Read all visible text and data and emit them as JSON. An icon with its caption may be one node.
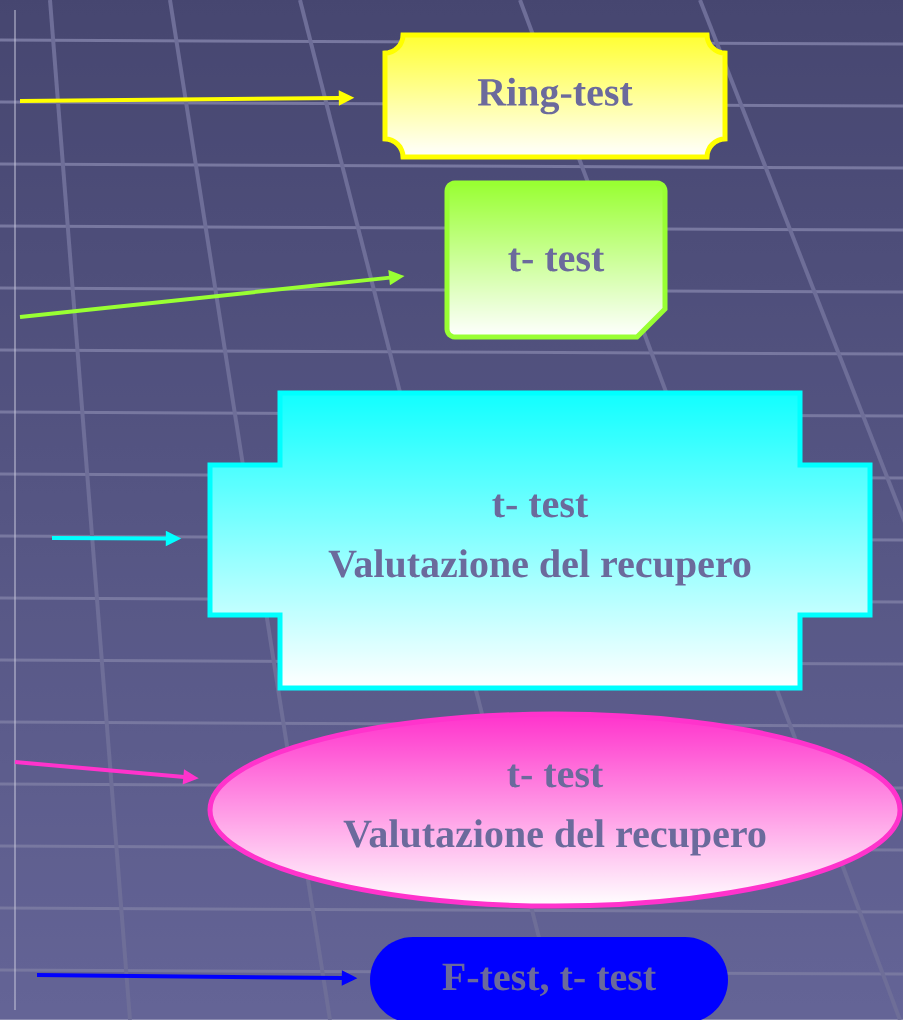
{
  "diagram": {
    "nodes": [
      {
        "text": [
          "Ring-test"
        ]
      },
      {
        "text": [
          "t- test"
        ]
      },
      {
        "text": [
          "t- test",
          "Valutazione del recupero"
        ]
      },
      {
        "text": [
          "t- test",
          "Valutazione del recupero"
        ]
      },
      {
        "text": [
          "F-test, t- test"
        ]
      }
    ],
    "edges": [
      {
        "from": null,
        "to": 0,
        "arrow": "to",
        "color": "#ffff00"
      },
      {
        "from": null,
        "to": 1,
        "arrow": "to",
        "color": "#99ff33"
      },
      {
        "from": null,
        "to": 2,
        "arrow": "to",
        "color": "#00ffff"
      },
      {
        "from": null,
        "to": 3,
        "arrow": "to",
        "color": "#ff33cc"
      },
      {
        "from": null,
        "to": 4,
        "arrow": "to",
        "color": "#0000ff"
      }
    ]
  }
}
